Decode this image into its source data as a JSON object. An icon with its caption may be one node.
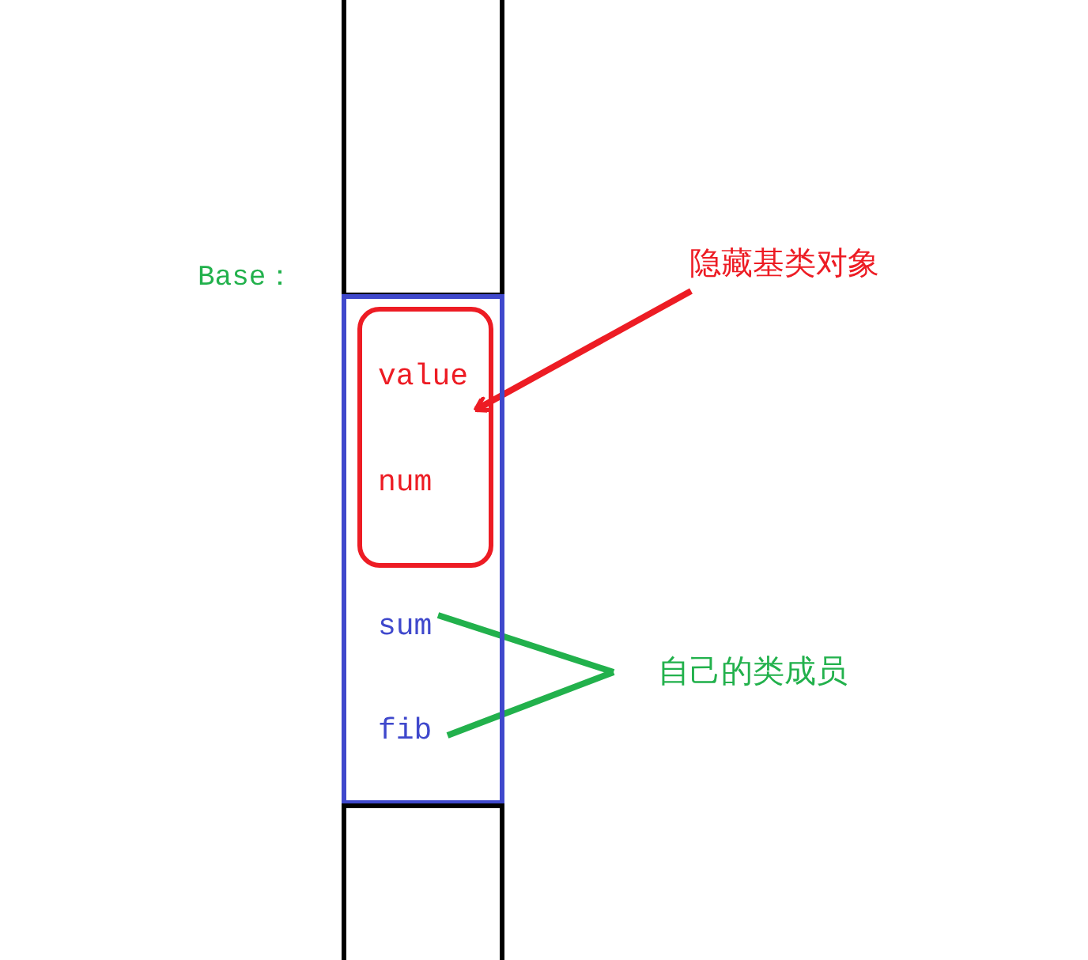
{
  "diagram": {
    "nodes": [
      {
        "text": [],
        "shape": "box"
      },
      {
        "text": [
          "Base："
        ]
      },
      {
        "text": [
          "value",
          "num"
        ],
        "in": 1
      },
      {
        "text": [
          "sum"
        ],
        "in": 1
      },
      {
        "text": [
          "fib"
        ],
        "in": 1
      },
      {
        "text": [],
        "shape": "box"
      },
      {
        "text": [
          "隐藏基类对象"
        ]
      },
      {
        "text": [
          "自己的类成员"
        ]
      }
    ],
    "edges": [
      {
        "from": 6,
        "to": 2,
        "arrow": "to",
        "color": "#ed1c24"
      },
      {
        "from": 7,
        "to": 3,
        "arrow": "none",
        "color": "#22b14c"
      },
      {
        "from": 7,
        "to": 4,
        "arrow": "none",
        "color": "#22b14c"
      }
    ]
  }
}
